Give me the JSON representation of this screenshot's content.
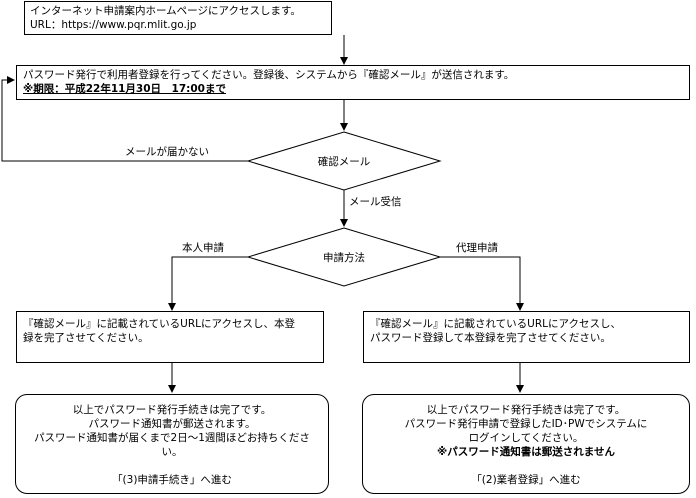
{
  "step1": {
    "line1": "インターネット申請案内ホームページにアクセスします。",
    "line2": "URL：https://www.pqr.mlit.go.jp"
  },
  "step2": {
    "line1": "パスワード発行で利用者登録を行ってください。登録後、システムから『確認メール』が送信されます。",
    "deadline": "※期限：平成22年11月30日　17:00まで"
  },
  "decision1": {
    "label": "確認メール"
  },
  "edge_no_mail": "メールが届かない",
  "edge_mail_received": "メール受信",
  "decision2": {
    "label": "申請方法"
  },
  "edge_self": "本人申請",
  "edge_agent": "代理申請",
  "left_box": {
    "line1": "『確認メール』に記載されているURLにアクセスし、本登",
    "line2": "録を完了させてください。"
  },
  "right_box": {
    "line1": "『確認メール』に記載されているURLにアクセスし、",
    "line2": "パスワード登録して本登録を完了させてください。"
  },
  "left_end": {
    "line1": "以上でパスワード発行手続きは完了です。",
    "line2": "パスワード通知書が郵送されます。",
    "line3": "パスワード通知書が届くまで2日～1週間ほどお持ちくださ",
    "line4": "い。",
    "line5": "「(3)申請手続き」へ進む"
  },
  "right_end": {
    "line1": "以上でパスワード発行手続きは完了です。",
    "line2": "パスワード発行申請で登録したID･PWでシステムに",
    "line3": "ログインしてください。",
    "line4": "※パスワード通知書は郵送されません",
    "line5": "「(2)業者登録」へ進む"
  }
}
